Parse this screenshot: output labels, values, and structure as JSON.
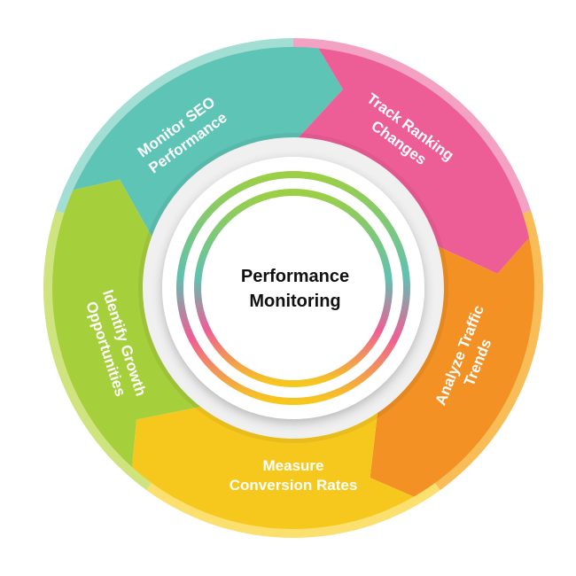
{
  "center": {
    "line1": "Performance",
    "line2": "Monitoring"
  },
  "segments": [
    {
      "key": "monitor",
      "line1": "Monitor SEO",
      "line2": "Performance",
      "color": "#5ec4b6",
      "light": "#a3ded4"
    },
    {
      "key": "track",
      "line1": "Track Ranking",
      "line2": "Changes",
      "color": "#ee5e96",
      "light": "#f4a2c3"
    },
    {
      "key": "analyze",
      "line1": "Analyze Traffic",
      "line2": "Trends",
      "color": "#f39125",
      "light": "#f8bd57"
    },
    {
      "key": "measure",
      "line1": "Measure",
      "line2": "Conversion Rates",
      "color": "#f6c81d",
      "light": "#fbe06f"
    },
    {
      "key": "identify",
      "line1": "Identify Growth",
      "line2": "Opportunities",
      "color": "#a6cf3c",
      "light": "#cfe47f"
    }
  ],
  "rings": {
    "gradient_top": "#9ccf44",
    "gradient_mid": "#60c1b0",
    "gradient_pink": "#ee5e96",
    "gradient_bottom": "#f6c81d"
  }
}
